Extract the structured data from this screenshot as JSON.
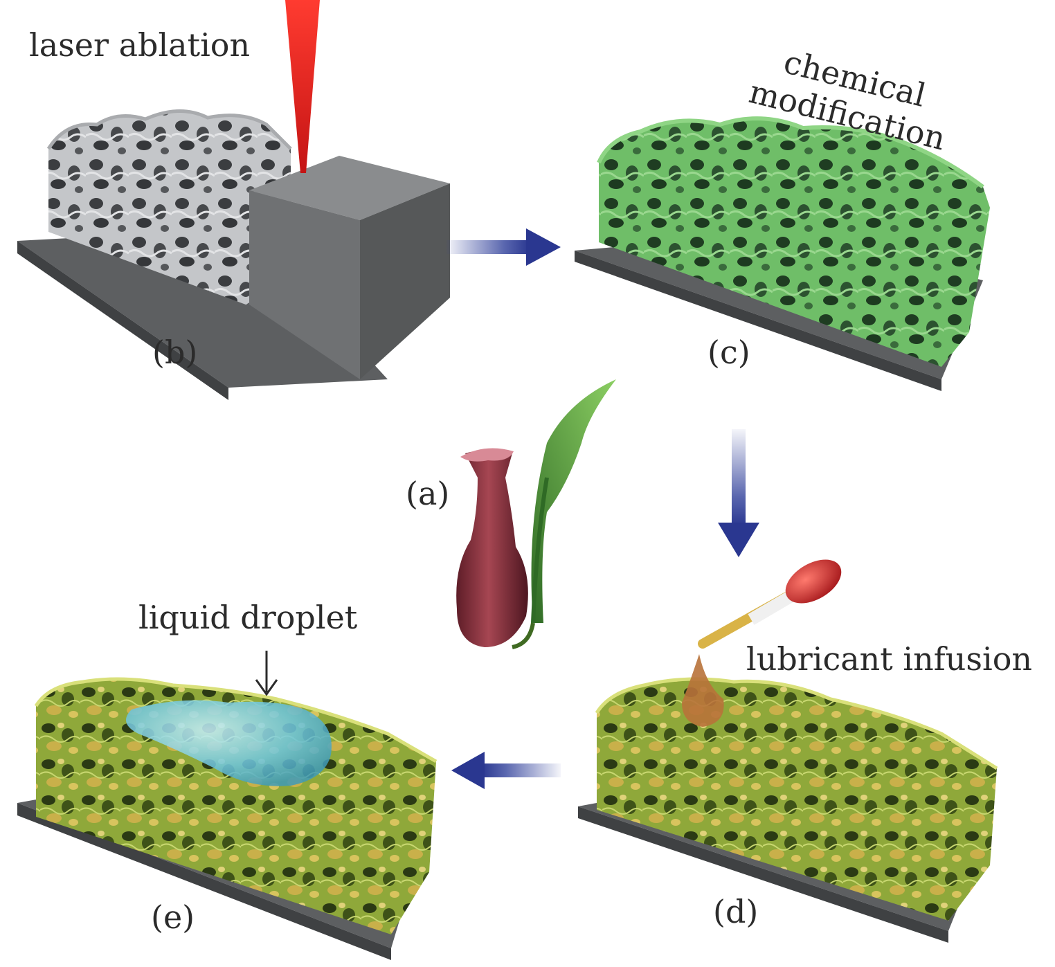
{
  "labels": {
    "laser_ablation": "laser ablation",
    "chemical_line1": "chemical",
    "chemical_line2": "modification",
    "liquid_droplet": "liquid droplet",
    "lubricant_infusion": "lubricant infusion"
  },
  "panels": {
    "a": "(a)",
    "b": "(b)",
    "c": "(c)",
    "d": "(d)",
    "e": "(e)"
  },
  "colors": {
    "background": "#ffffff",
    "substrate": "#5a5c5e",
    "porous_gray": "#b9bbbe",
    "porous_green": "#6dbb66",
    "infused_green": "#7f9a34",
    "droplet": "#79cfe6",
    "laser": "#e01e1e",
    "arrow": "#2f3f9a",
    "pitcher": "#8e2f3b",
    "leaf": "#4f9a3a",
    "dropper_bulb": "#c3282b"
  },
  "icons": [
    "laser-beam-icon",
    "pitcher-plant-icon",
    "dropper-icon",
    "process-arrow-icon"
  ]
}
